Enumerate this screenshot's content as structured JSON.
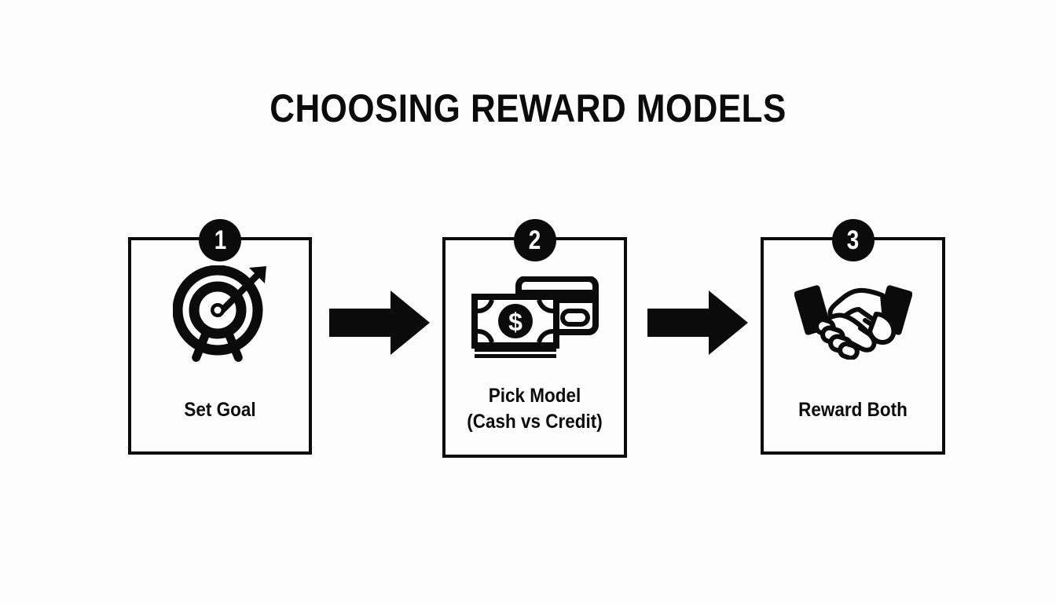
{
  "page": {
    "title": "CHOOSING REWARD MODELS",
    "background_color": "#fdfdfd",
    "ink_color": "#0b0b0b"
  },
  "flow": {
    "type": "horizontal-step-process",
    "connector_icon": "right-arrow-icon",
    "steps": [
      {
        "number": "1",
        "icon": "target-bullseye-arrow-icon",
        "label_lines": [
          "Set Goal"
        ]
      },
      {
        "number": "2",
        "icon": "cash-and-credit-card-icon",
        "label_lines": [
          "Pick Model",
          "(Cash vs Credit)"
        ]
      },
      {
        "number": "3",
        "icon": "handshake-icon",
        "label_lines": [
          "Reward Both"
        ]
      }
    ]
  }
}
